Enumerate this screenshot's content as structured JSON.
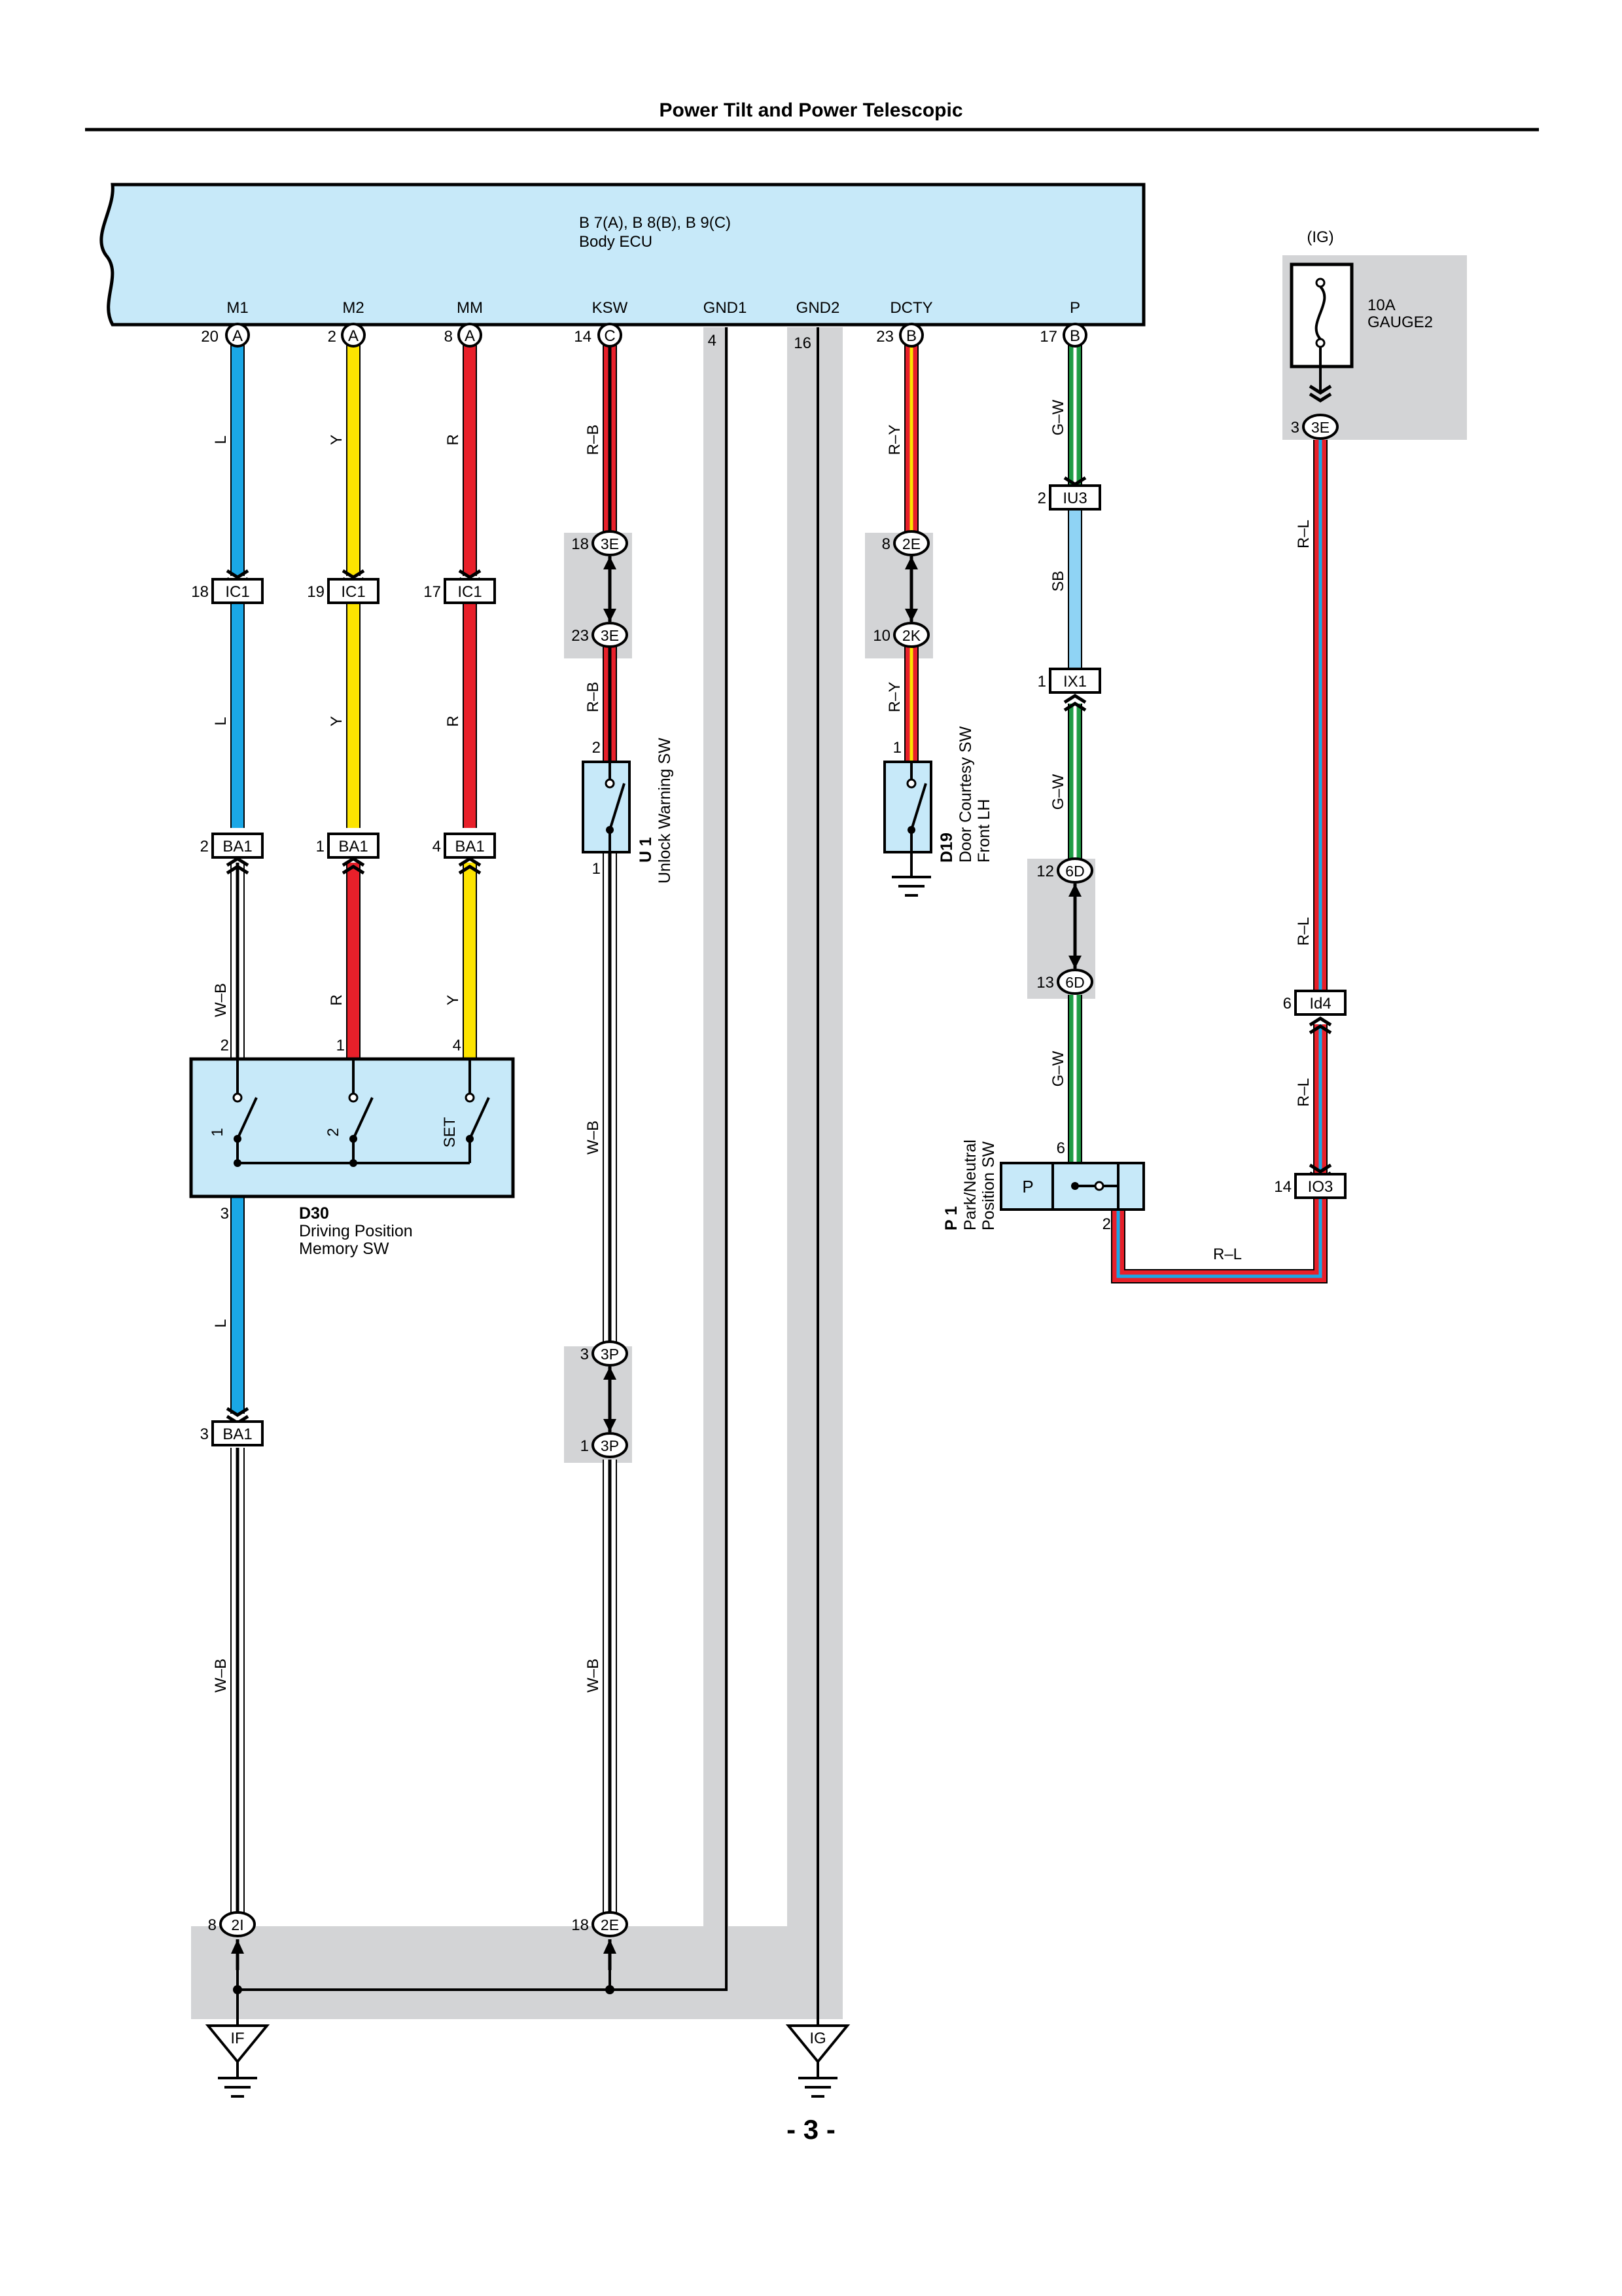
{
  "page": {
    "title": "Power Tilt and Power Telescopic",
    "page_number": "- 3 -"
  },
  "ecu": {
    "codes": "B 7(A), B 8(B), B 9(C)",
    "name": "Body ECU",
    "terminals": [
      {
        "name": "M1",
        "pin": "20",
        "conn": "A"
      },
      {
        "name": "M2",
        "pin": "2",
        "conn": "A"
      },
      {
        "name": "MM",
        "pin": "8",
        "conn": "A"
      },
      {
        "name": "KSW",
        "pin": "14",
        "conn": "C"
      },
      {
        "name": "GND1",
        "pin": "4",
        "conn": ""
      },
      {
        "name": "GND2",
        "pin": "16",
        "conn": ""
      },
      {
        "name": "DCTY",
        "pin": "23",
        "conn": "B"
      },
      {
        "name": "P",
        "pin": "17",
        "conn": "B"
      }
    ]
  },
  "fuse": {
    "supply": "(IG)",
    "rating": "10A",
    "name": "GAUGE2",
    "out_pin": "3",
    "out_conn": "3E"
  },
  "wire_colors": {
    "L": "#1aa7e6",
    "Y": "#fde400",
    "R": "#e8202a",
    "WB": "#ffffff",
    "GW": "#1f9d45",
    "SB": "#8fd3f4",
    "RB": "#e8202a",
    "RY": "#e8202a",
    "RL": "#e8202a",
    "stripe_black": "#000000",
    "stripe_yellow": "#fde400",
    "stripe_white": "#ffffff",
    "stripe_blue": "#1aa7e6",
    "ecu_fill": "#c7e9f9",
    "shade": "#d3d4d6"
  },
  "wire_labels": {
    "l": "L",
    "y": "Y",
    "r": "R",
    "wb": "W–B",
    "rb": "R–B",
    "ry": "R–Y",
    "gw": "G–W",
    "sb": "SB",
    "rl": "R–L"
  },
  "connectors": {
    "ic1_m1": {
      "pin": "18",
      "code": "IC1"
    },
    "ic1_m2": {
      "pin": "19",
      "code": "IC1"
    },
    "ic1_mm": {
      "pin": "17",
      "code": "IC1"
    },
    "ba1_a": {
      "pin": "2",
      "code": "BA1"
    },
    "ba1_b": {
      "pin": "1",
      "code": "BA1"
    },
    "ba1_c": {
      "pin": "4",
      "code": "BA1"
    },
    "ba1_d": {
      "pin": "3",
      "code": "BA1"
    },
    "e3_top": {
      "pin": "18",
      "code": "3E"
    },
    "e3_bot": {
      "pin": "23",
      "code": "3E"
    },
    "e2_top": {
      "pin": "8",
      "code": "2E"
    },
    "k2_bot": {
      "pin": "10",
      "code": "2K"
    },
    "iu3": {
      "pin": "2",
      "code": "IU3"
    },
    "ix1": {
      "pin": "1",
      "code": "IX1"
    },
    "d6_top": {
      "pin": "12",
      "code": "6D"
    },
    "d6_bot": {
      "pin": "13",
      "code": "6D"
    },
    "id4": {
      "pin": "6",
      "code": "Id4"
    },
    "io3": {
      "pin": "14",
      "code": "IO3"
    },
    "p3_top": {
      "pin": "3",
      "code": "3P"
    },
    "p3_bot": {
      "pin": "1",
      "code": "3P"
    },
    "i2": {
      "pin": "8",
      "code": "2I"
    },
    "e2_bottom": {
      "pin": "18",
      "code": "2E"
    }
  },
  "components": {
    "d30": {
      "code": "D30",
      "name_line1": "Driving Position",
      "name_line2": "Memory SW",
      "sw1": "1",
      "sw2": "2",
      "sw3": "SET",
      "pin_in1": "2",
      "pin_in2": "1",
      "pin_in3": "4",
      "pin_out": "3"
    },
    "u1": {
      "code": "U 1",
      "name": "Unlock Warning SW",
      "pin_top": "2",
      "pin_bot": "1"
    },
    "d19": {
      "code": "D19",
      "name_line1": "Door Courtesy SW",
      "name_line2": "Front LH",
      "pin_top": "1"
    },
    "p1": {
      "code": "P 1",
      "name_line1": "Park/Neutral",
      "name_line2": "Position SW",
      "label": "P",
      "pin_top": "6",
      "pin_out": "2"
    }
  },
  "grounds": {
    "left": "IF",
    "right": "IG"
  }
}
